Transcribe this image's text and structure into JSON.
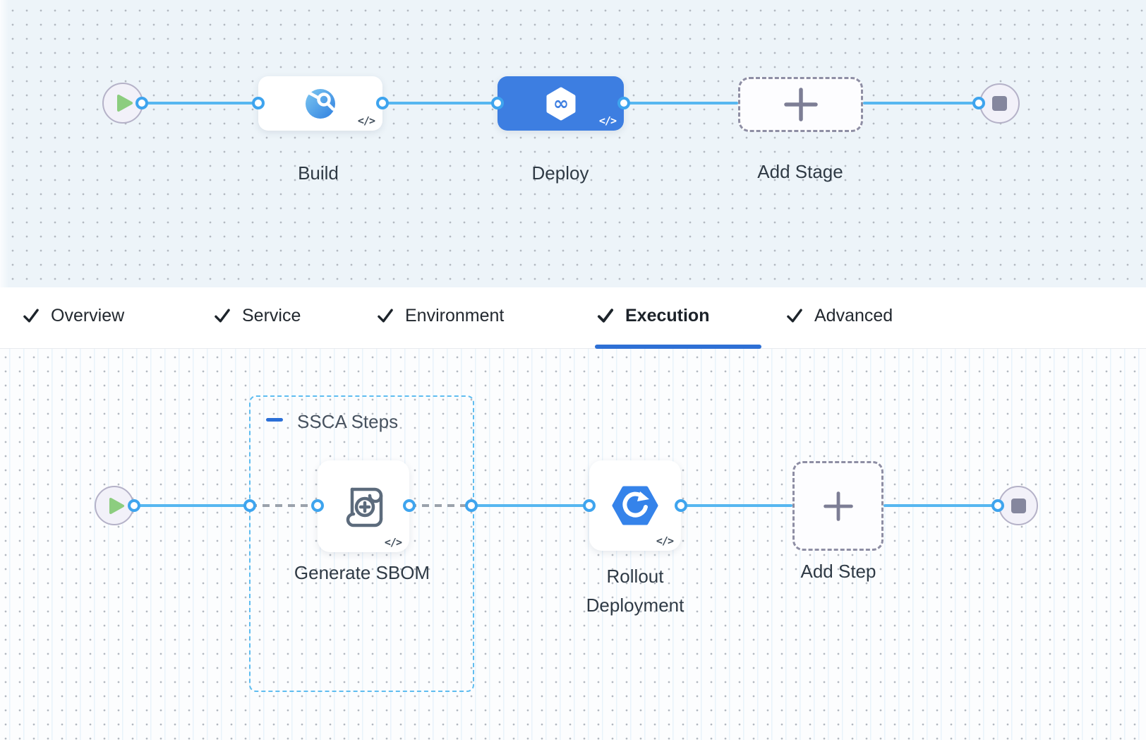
{
  "stage_pipeline": {
    "start_node": "play",
    "end_node": "stop",
    "stages": [
      {
        "id": "build",
        "label": "Build",
        "code_badge": "</>",
        "selected": false
      },
      {
        "id": "deploy",
        "label": "Deploy",
        "code_badge": "</>",
        "selected": true
      },
      {
        "id": "add",
        "label": "Add Stage"
      }
    ]
  },
  "tabs": {
    "items": [
      {
        "label": "Overview",
        "checked": true,
        "active": false
      },
      {
        "label": "Service",
        "checked": true,
        "active": false
      },
      {
        "label": "Environment",
        "checked": true,
        "active": false
      },
      {
        "label": "Execution",
        "checked": true,
        "active": true
      },
      {
        "label": "Advanced",
        "checked": true,
        "active": false
      }
    ]
  },
  "execution_pipeline": {
    "start_node": "play",
    "end_node": "stop",
    "group": {
      "label": "SSCA Steps",
      "collapse_icon": "minus"
    },
    "steps": [
      {
        "id": "generate-sbom",
        "label": "Generate SBOM",
        "code_badge": "</>",
        "in_group": true
      },
      {
        "id": "rollout",
        "label": "Rollout Deployment",
        "code_badge": "</>",
        "in_group": false
      },
      {
        "id": "add-step",
        "label": "Add Step"
      }
    ]
  },
  "icons": {
    "start": "play-icon",
    "end": "stop-icon",
    "build_stage": "ci-build-icon",
    "deploy_stage": "cd-infinity-hexagon-icon",
    "generate_sbom": "scroll-plus-icon",
    "rollout": "hexagon-refresh-icon",
    "add": "plus-icon",
    "tab_check": "checkmark-icon",
    "group_collapse": "minus-icon"
  },
  "colors": {
    "selected_stage_blue": "#3d7ee1",
    "link_blue": "#57b7f0",
    "ring_blue": "#3ea4ee",
    "tab_underline_blue": "#2e70d5",
    "group_border_blue": "#5fbdf0",
    "play_green": "#8ccd7f",
    "node_gray": "#85879e",
    "dash_gray": "#9ba2ac",
    "canvas_top_bg": "#edf4f9",
    "canvas_bottom_bg": "#fcfdfe"
  }
}
